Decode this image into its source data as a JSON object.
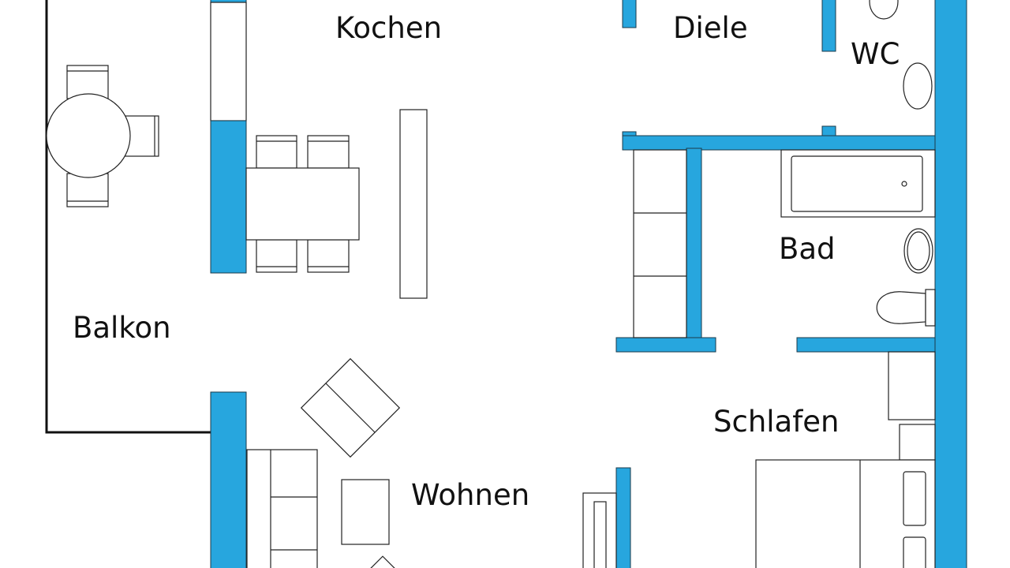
{
  "plan": {
    "wall_color": "#27a6de",
    "rooms": {
      "kochen": "Kochen",
      "diele": "Diele",
      "wc": "WC",
      "bad": "Bad",
      "balkon": "Balkon",
      "schlafen": "Schlafen",
      "wohnen": "Wohnen"
    }
  }
}
